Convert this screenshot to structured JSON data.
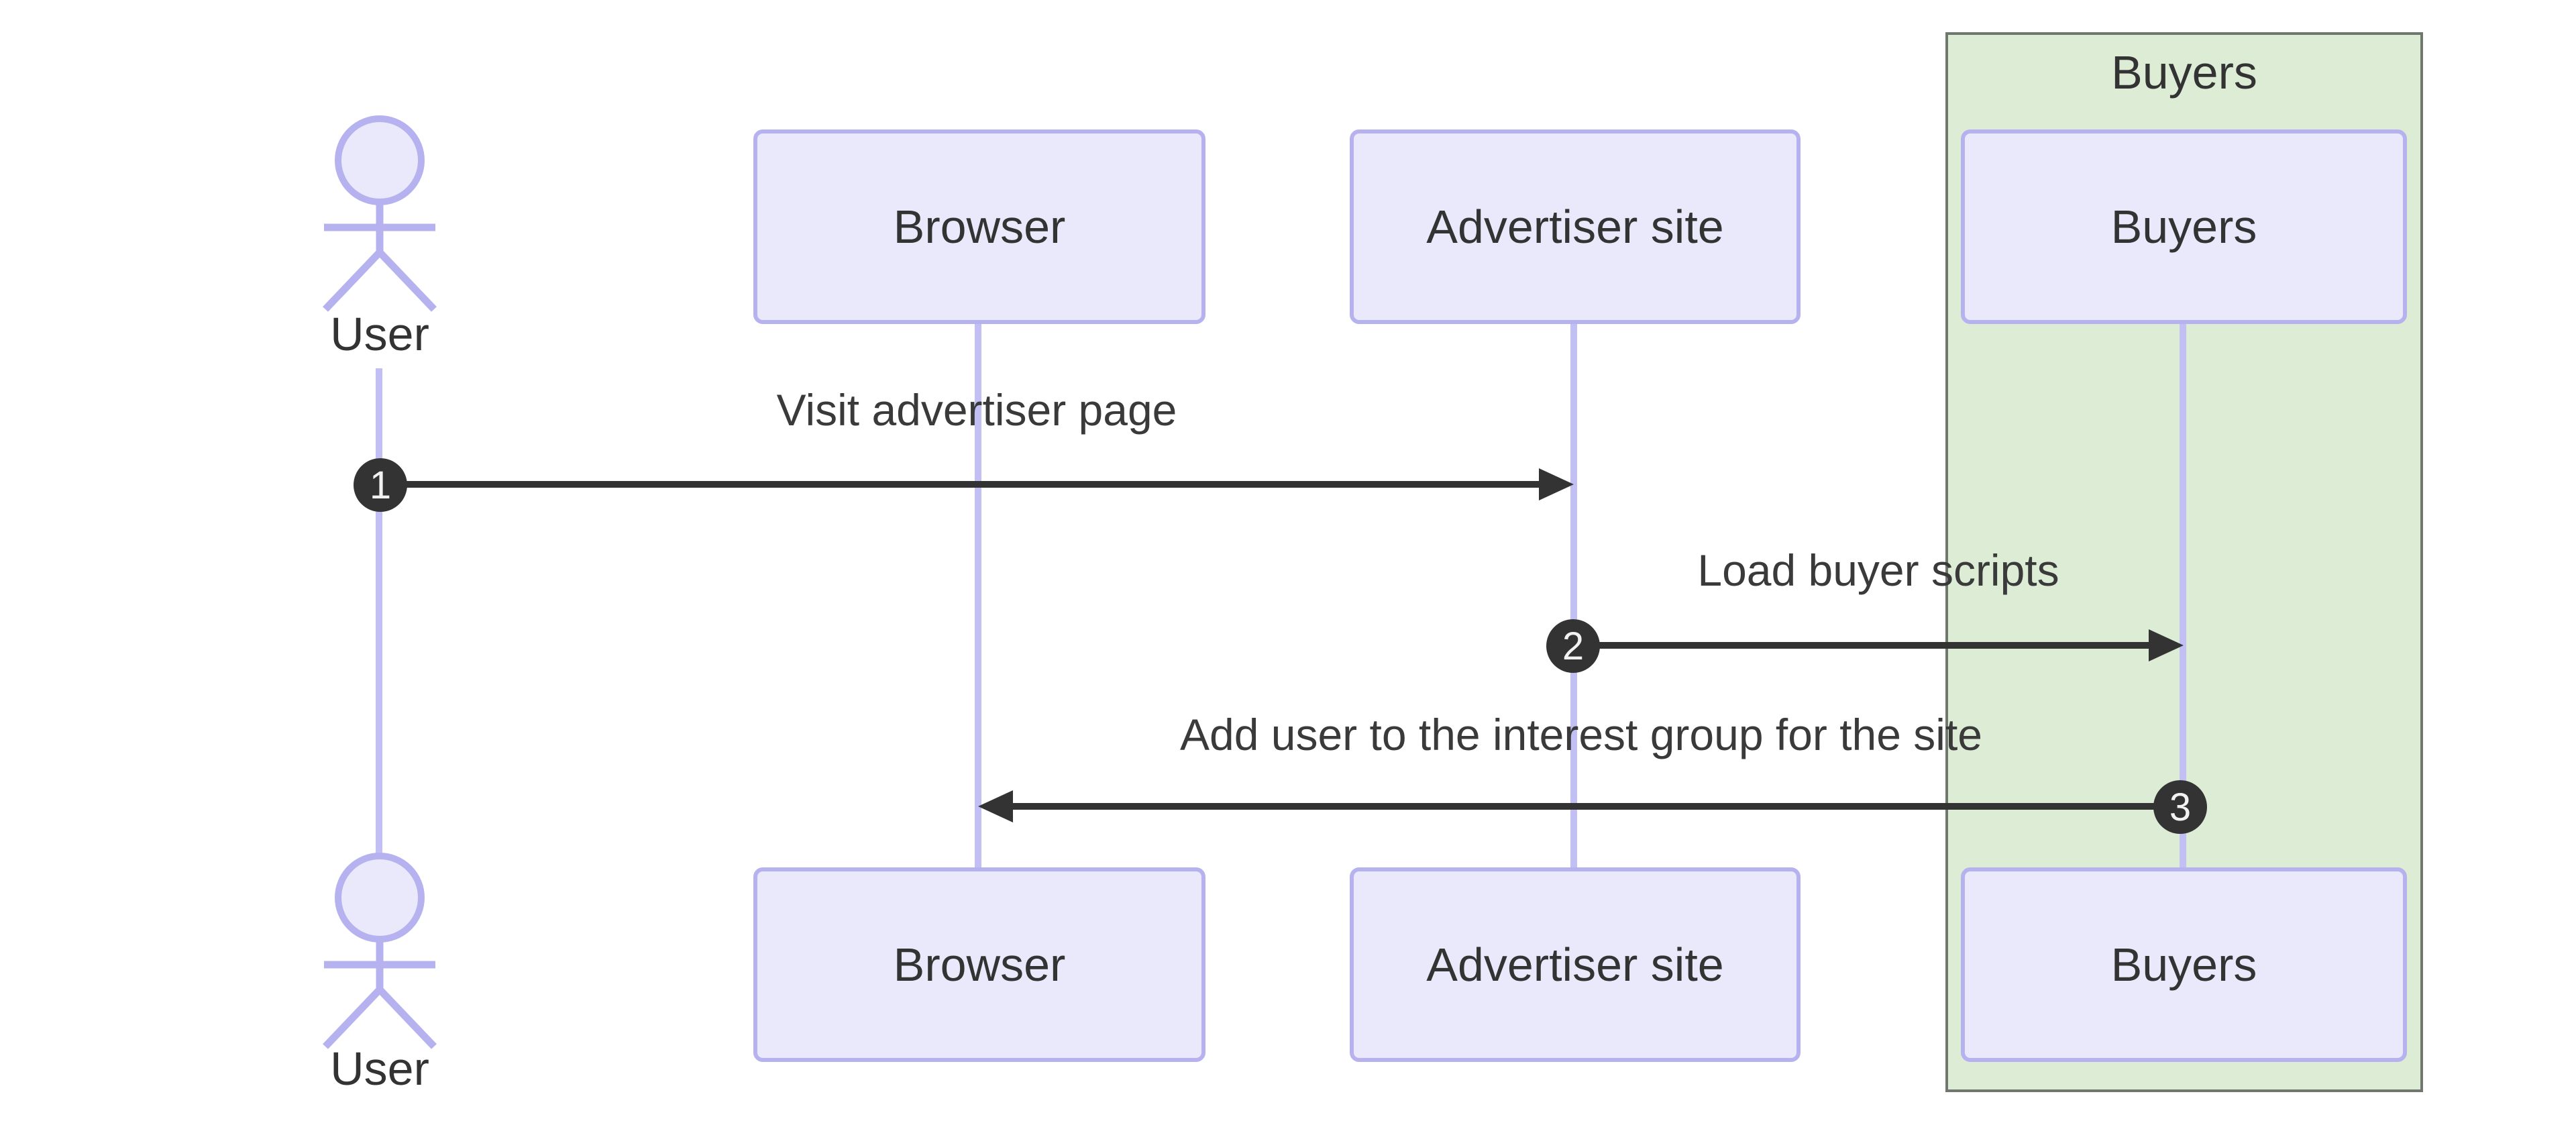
{
  "diagram": {
    "type": "sequence-diagram",
    "actor": {
      "label": "User"
    },
    "participants": [
      {
        "label": "Browser"
      },
      {
        "label": "Advertiser site"
      },
      {
        "label": "Buyers"
      }
    ],
    "group": {
      "label": "Buyers"
    },
    "messages": [
      {
        "seq": "1",
        "label": "Visit advertiser page",
        "from": "User",
        "to": "Advertiser site",
        "direction": "right"
      },
      {
        "seq": "2",
        "label": "Load buyer scripts",
        "from": "Advertiser site",
        "to": "Buyers",
        "direction": "right"
      },
      {
        "seq": "3",
        "label": "Add user to the interest group for the site",
        "from": "Buyers",
        "to": "Browser",
        "direction": "left"
      }
    ],
    "colors": {
      "participant-fill": "#EAE8FB",
      "participant-border": "#B6B2F0",
      "lifeline": "#C2BFF4",
      "text": "#333333",
      "message-text": "#3A3A3A",
      "arrow": "#333333",
      "badge-bg": "#333333",
      "badge-text": "#F2F2F2",
      "group-fill": "#DCECD5",
      "group-border": "#6F776F",
      "canvas-bg": "#FFFFFF"
    }
  }
}
